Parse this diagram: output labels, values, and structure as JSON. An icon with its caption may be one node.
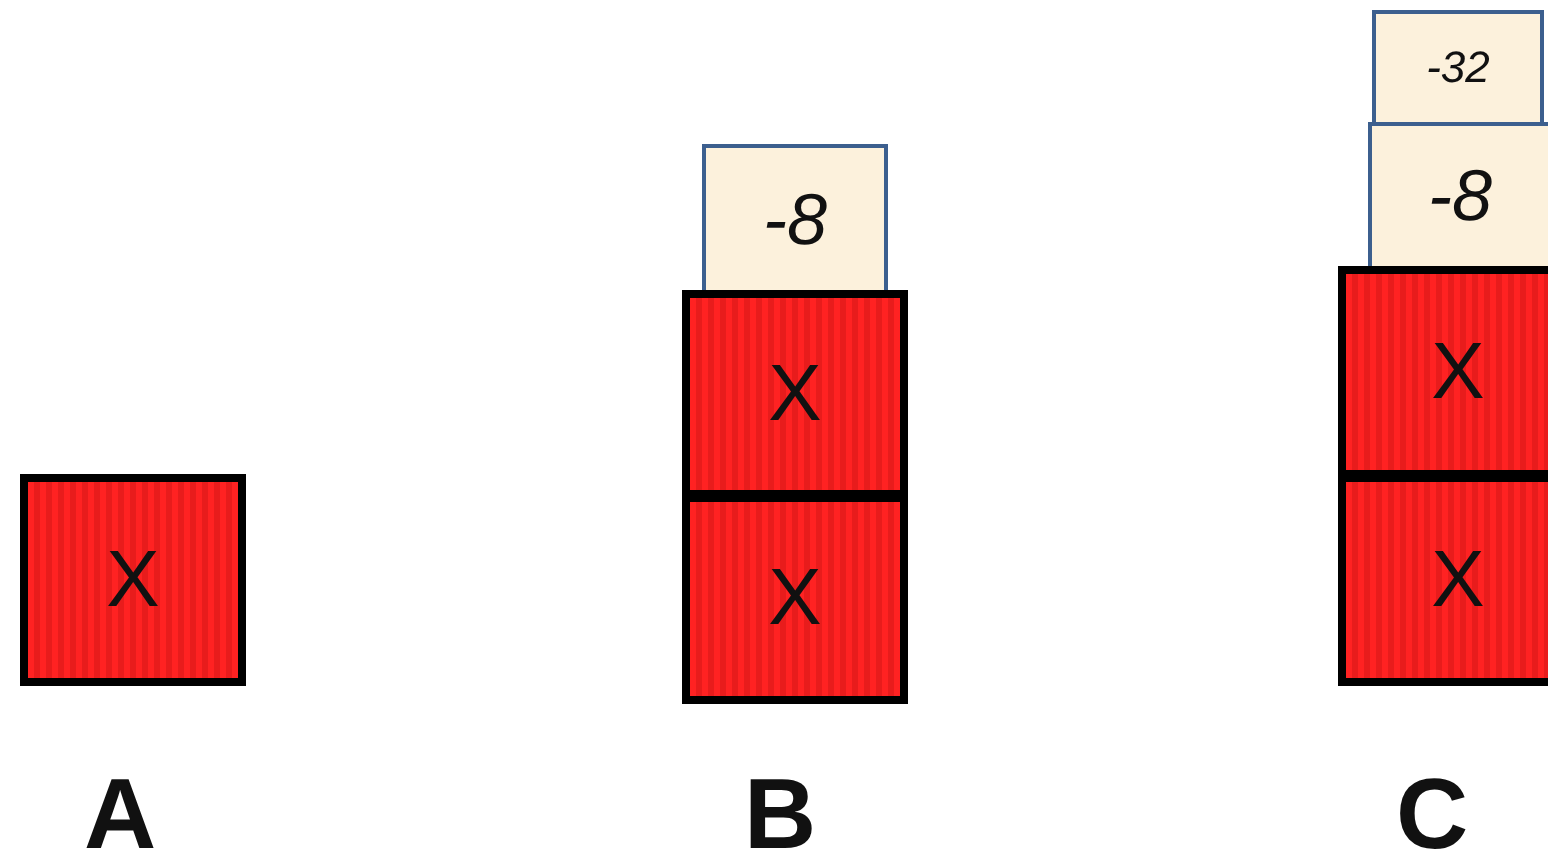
{
  "diagram": {
    "nodes": [
      {
        "text": [
          "X"
        ]
      },
      {
        "text": [
          "-8"
        ]
      },
      {
        "text": [
          "X"
        ]
      },
      {
        "text": [
          "X"
        ]
      },
      {
        "text": [
          "-32"
        ]
      },
      {
        "text": [
          "-8"
        ]
      },
      {
        "text": [
          "X"
        ]
      },
      {
        "text": [
          "X"
        ]
      }
    ],
    "labels": [
      "A",
      "B",
      "C"
    ]
  }
}
